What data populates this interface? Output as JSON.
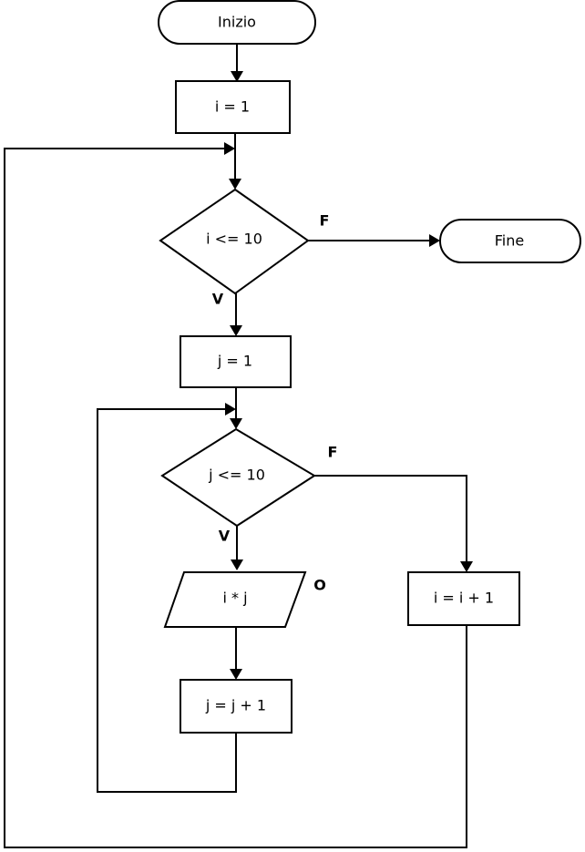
{
  "diagram": {
    "nodes": {
      "start": "Inizio",
      "init_i": "i = 1",
      "cond_i": "i <= 10",
      "end": "Fine",
      "init_j": "j = 1",
      "cond_j": "j <= 10",
      "output": "i * j",
      "inc_j": "j = j + 1",
      "inc_i": "i = i + 1"
    },
    "labels": {
      "cond_i_false": "F",
      "cond_i_true": "V",
      "cond_j_false": "F",
      "cond_j_true": "V",
      "output_marker": "O"
    }
  }
}
